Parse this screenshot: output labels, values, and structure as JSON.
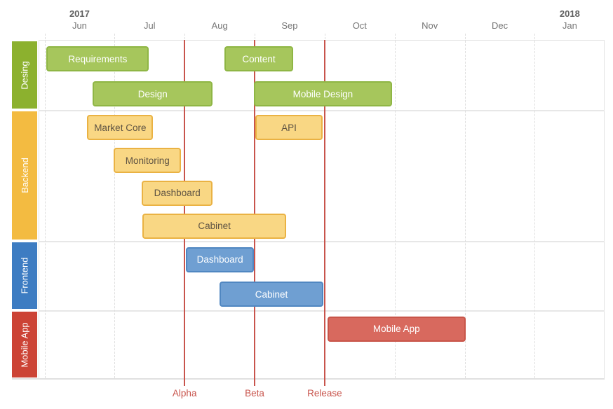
{
  "colors": {
    "milestone": "#c8544c",
    "axis_text": "#757575",
    "year_text": "#616161",
    "grid": "#dedede",
    "frame": "#e3e3e3",
    "separator": "#e7e7e7",
    "background": "#ffffff"
  },
  "chart_data": {
    "type": "gantt",
    "time_axis": {
      "unit": "month",
      "months": [
        "Jun",
        "Jul",
        "Aug",
        "Sep",
        "Oct",
        "Nov",
        "Dec",
        "Jan"
      ],
      "years": [
        {
          "label": "2017",
          "above_month": "Jun"
        },
        {
          "label": "2018",
          "above_month": "Jan"
        }
      ]
    },
    "groups": [
      {
        "label": "Desing",
        "rows": 2,
        "band_color": "#8cb12e",
        "bar_fill": "#a6c65c",
        "bar_border": "#8fb645",
        "bar_text": "#ffffff"
      },
      {
        "label": "Backend",
        "rows": 4,
        "band_color": "#f3bb41",
        "bar_fill": "#f9d784",
        "bar_border": "#eab243",
        "bar_text": "#5e5343"
      },
      {
        "label": "Frontend",
        "rows": 2,
        "band_color": "#3d7cc2",
        "bar_fill": "#6f9fd2",
        "bar_border": "#5087c1",
        "bar_text": "#ffffff"
      },
      {
        "label": "Mobile App",
        "rows": 2,
        "band_color": "#cc4335",
        "bar_fill": "#d8695e",
        "bar_border": "#c85549",
        "bar_text": "#ffffff"
      }
    ],
    "tasks": [
      {
        "group": "Desing",
        "label": "Requirements",
        "row": 0,
        "start": 0.03,
        "end": 1.49
      },
      {
        "group": "Desing",
        "label": "Design",
        "row": 1,
        "start": 0.69,
        "end": 2.4
      },
      {
        "group": "Desing",
        "label": "Content",
        "row": 0,
        "start": 2.57,
        "end": 3.55
      },
      {
        "group": "Desing",
        "label": "Mobile Design",
        "row": 1,
        "start": 2.99,
        "end": 4.96
      },
      {
        "group": "Backend",
        "label": "Market Core",
        "row": 0,
        "start": 0.61,
        "end": 1.55
      },
      {
        "group": "Backend",
        "label": "API",
        "row": 0,
        "start": 3.01,
        "end": 3.97
      },
      {
        "group": "Backend",
        "label": "Monitoring",
        "row": 1,
        "start": 0.99,
        "end": 1.95
      },
      {
        "group": "Backend",
        "label": "Dashboard",
        "row": 2,
        "start": 1.39,
        "end": 2.4
      },
      {
        "group": "Backend",
        "label": "Cabinet",
        "row": 3,
        "start": 1.4,
        "end": 3.45
      },
      {
        "group": "Frontend",
        "label": "Dashboard",
        "row": 0,
        "start": 2.02,
        "end": 2.99
      },
      {
        "group": "Frontend",
        "label": "Cabinet",
        "row": 1,
        "start": 2.5,
        "end": 3.98
      },
      {
        "group": "Mobile App",
        "label": "Mobile App",
        "row": 0,
        "start": 4.04,
        "end": 6.01
      }
    ],
    "milestones": [
      {
        "label": "Alpha",
        "month": 2.0
      },
      {
        "label": "Beta",
        "month": 3.0
      },
      {
        "label": "Release",
        "month": 4.0
      }
    ]
  }
}
